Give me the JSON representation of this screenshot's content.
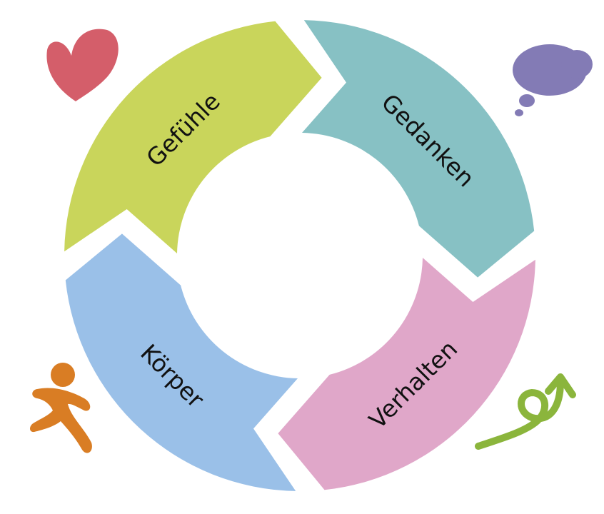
{
  "segments": [
    {
      "label": "Gefühle",
      "color": "#c9d55b"
    },
    {
      "label": "Gedanken",
      "color": "#87c1c4"
    },
    {
      "label": "Verhalten",
      "color": "#e0a7c9"
    },
    {
      "label": "Körper",
      "color": "#9ac0e8"
    }
  ],
  "icons": {
    "heart": {
      "name": "heart-icon",
      "color": "#d45e6a"
    },
    "thought": {
      "name": "thought-bubble-icon",
      "color": "#837bb5"
    },
    "action": {
      "name": "curly-arrow-icon",
      "color": "#8bb53c"
    },
    "body": {
      "name": "running-figure-icon",
      "color": "#d97d24"
    }
  }
}
